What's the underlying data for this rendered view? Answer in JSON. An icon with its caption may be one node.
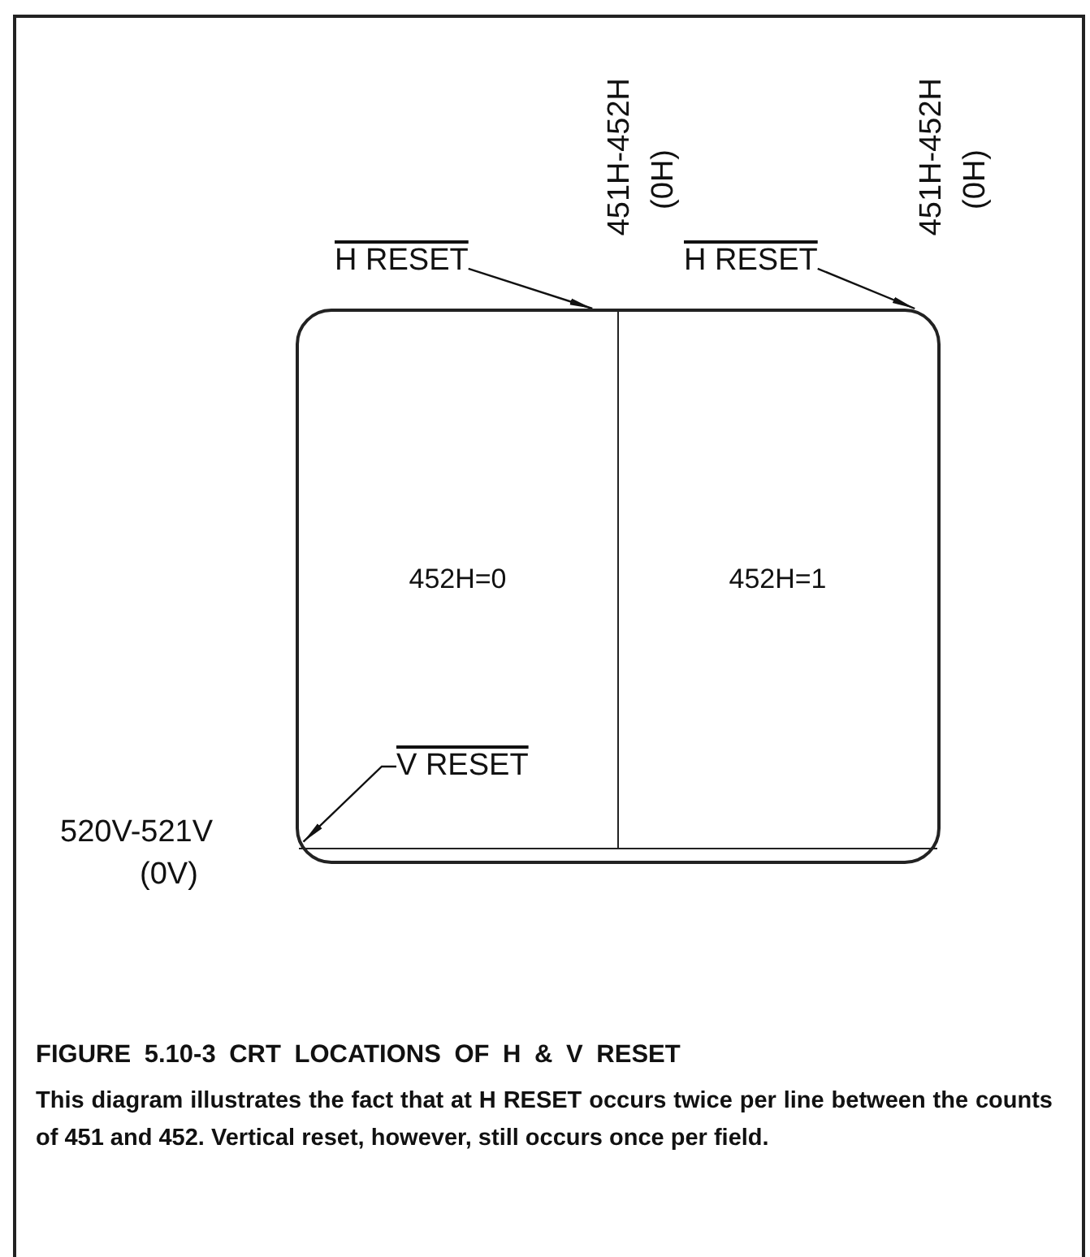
{
  "diagram": {
    "title": "FIGURE 5.10-3 CRT LOCATIONS OF H & V RESET",
    "caption": "This diagram illustrates the fact that at H RESET occurs twice per line between the counts of 451 and 452. Vertical reset, however, still occurs once per field.",
    "nodes": [
      {
        "text": [],
        "shape": "box"
      },
      {
        "text": [
          "452H=0"
        ],
        "in": 0
      },
      {
        "text": [
          "452H=1"
        ],
        "in": 0
      },
      {
        "text": [
          "H RESET"
        ]
      },
      {
        "text": [
          "H RESET"
        ]
      },
      {
        "text": [
          "V RESET"
        ],
        "in": 1
      }
    ],
    "edges": [
      {
        "from": 3,
        "to": 0,
        "arrow": "to"
      },
      {
        "from": 4,
        "to": 0,
        "arrow": "to"
      },
      {
        "from": 5,
        "to": 0,
        "arrow": "to"
      }
    ],
    "labels": [
      "451H-452H",
      "(0H)",
      "451H-452H",
      "(0H)",
      "520V-521V",
      "(0V)"
    ]
  }
}
